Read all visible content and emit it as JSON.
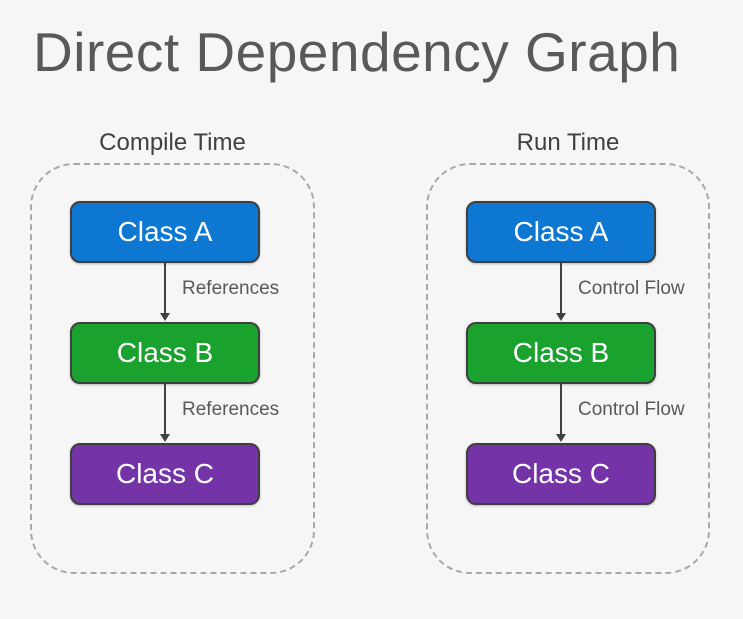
{
  "page": {
    "title": "Direct Dependency Graph"
  },
  "colors": {
    "background": "#f6f6f6",
    "title_text": "#595959",
    "group_title_text": "#404040",
    "edge_label_text": "#595959",
    "node_text": "#ffffff",
    "node_border": "#3f3f3f",
    "group_dashed_border": "#a8a8a8",
    "arrow": "#404040",
    "class_a_fill": "#0d77d2",
    "class_b_fill": "#19a22d",
    "class_c_fill": "#7434a8"
  },
  "groups": [
    {
      "title": "Compile Time",
      "nodes": [
        {
          "label": "Class A",
          "fill": "#0d77d2"
        },
        {
          "label": "Class B",
          "fill": "#19a22d"
        },
        {
          "label": "Class C",
          "fill": "#7434a8"
        }
      ],
      "edges": [
        {
          "label": "References"
        },
        {
          "label": "References"
        }
      ]
    },
    {
      "title": "Run Time",
      "nodes": [
        {
          "label": "Class A",
          "fill": "#0d77d2"
        },
        {
          "label": "Class B",
          "fill": "#19a22d"
        },
        {
          "label": "Class C",
          "fill": "#7434a8"
        }
      ],
      "edges": [
        {
          "label": "Control Flow"
        },
        {
          "label": "Control Flow"
        }
      ]
    }
  ]
}
